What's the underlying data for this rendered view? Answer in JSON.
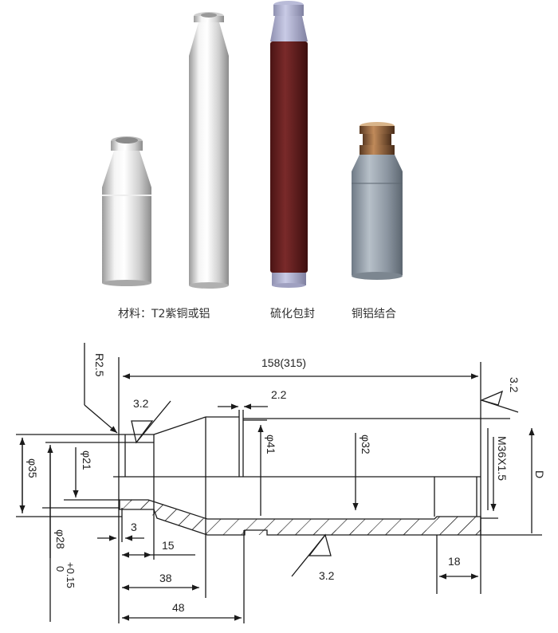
{
  "photos": {
    "items": [
      {
        "name": "short-silver-tube",
        "material": "aluminum/copper"
      },
      {
        "name": "long-silver-tube",
        "material": "aluminum/copper"
      },
      {
        "name": "rubber-coated-tube",
        "material": "vulcanized"
      },
      {
        "name": "copper-aluminum-tube",
        "material": "copper-aluminum"
      }
    ],
    "captions": [
      "材料：T2紫铜或铝",
      "硫化包封",
      "铜铝结合"
    ]
  },
  "drawing": {
    "dimensions": {
      "radius": "R2.5",
      "overall_length": "158(315)",
      "groove_width": "2.2",
      "roughness_top": "3.2",
      "roughness_right": "3.2",
      "roughness_bottom": "3.2",
      "dia_41": "φ41",
      "dia_32": "φ32",
      "thread": "M36X1.5",
      "d_label": "D",
      "dia_35": "φ35",
      "dia_21": "φ21",
      "dia_28": "φ28",
      "tol_upper": "+0.15",
      "tol_lower": "0",
      "len_3": "3",
      "len_15": "15",
      "len_38": "38",
      "len_48": "48",
      "len_18": "18"
    }
  },
  "colors": {
    "line": "#1a1a1a",
    "rubber": "#6b1f1f",
    "silver": "#d9d9d9",
    "copper": "#9c6a3c"
  }
}
